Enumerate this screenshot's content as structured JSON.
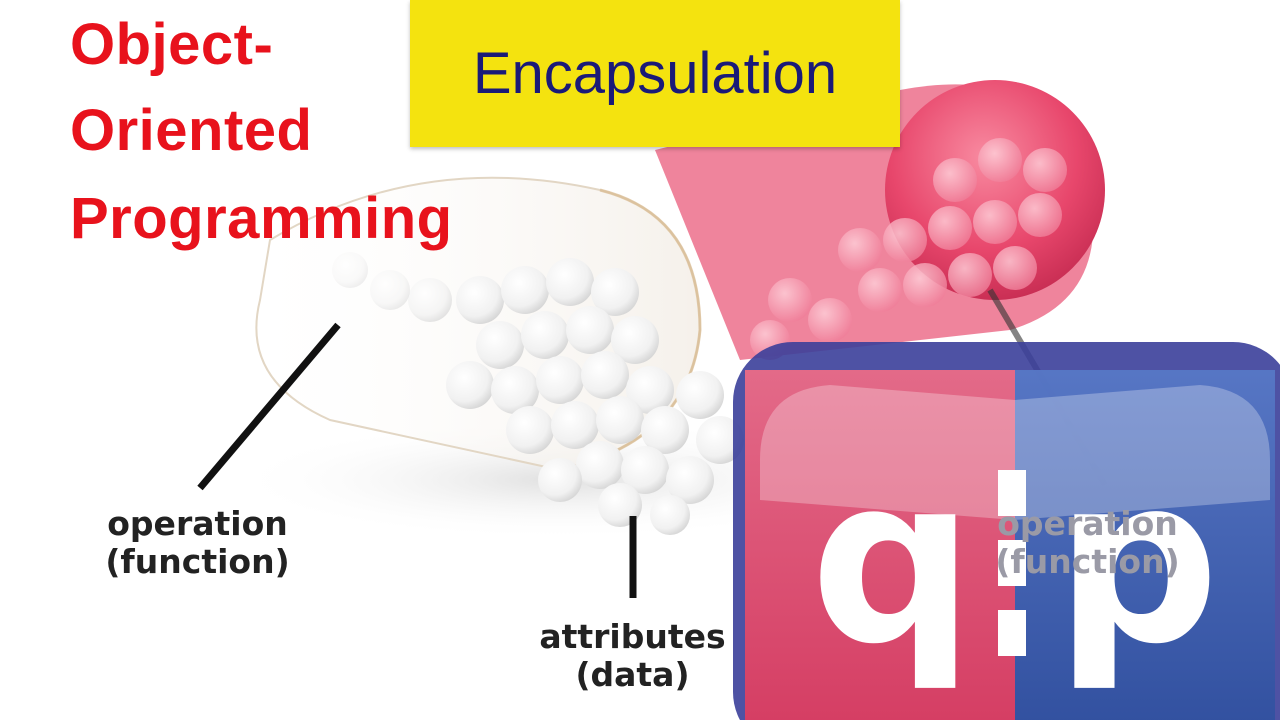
{
  "title": {
    "line1": "Object-",
    "line2": "Oriented",
    "line3": "Programming"
  },
  "banner": {
    "text": "Encapsulation"
  },
  "labels": {
    "operation_left_1": "operation",
    "operation_left_2": "(function)",
    "attributes_1": "attributes",
    "attributes_2": "(data)",
    "operation_right_1": "operation",
    "operation_right_2": "(function)"
  },
  "logo": {
    "icon": "qp-book-logo",
    "left_color": "#e84565",
    "right_color": "#3d5eb0"
  },
  "colors": {
    "title": "#e8121c",
    "banner_bg": "#f4e30f",
    "banner_text": "#1a1a78",
    "capsule_pink": "#e8476c"
  }
}
